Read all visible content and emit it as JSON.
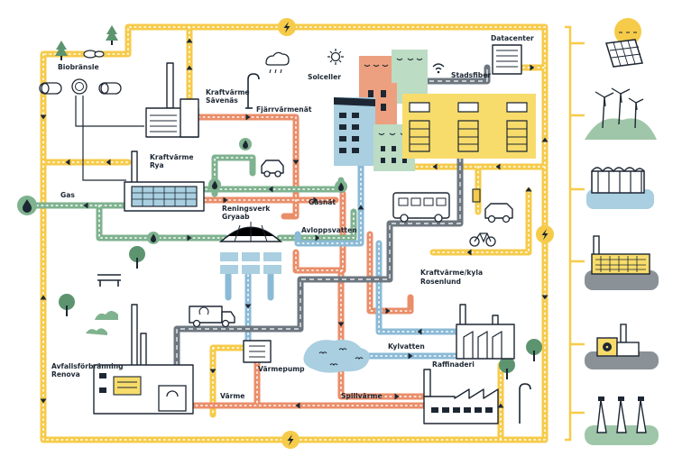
{
  "labels": {
    "biobransle": "Biobränsle",
    "kraftvarme_savenas": [
      "Kraftvärme",
      "Sävenäs"
    ],
    "fjarrvarmenat": "Fjärrvärmenät",
    "solceller": "Solceller",
    "datacenter": "Datacenter",
    "stadsfiber": "Stadsfiber",
    "kraftvarme_rya": [
      "Kraftvärme",
      "Rya"
    ],
    "gas": "Gas",
    "gasnat": "Gasnät",
    "reningsverk": [
      "Reningsverk",
      "Gryaab"
    ],
    "avloppsvatten": "Avloppsvatten",
    "kraftvarme_kyla": [
      "Kraftvärme/kyla",
      "Rosenlund"
    ],
    "kylvatten": "Kylvatten",
    "avfallsforbranning": [
      "Avfallsförbränning",
      "Renova"
    ],
    "varmepump": "Värmepump",
    "raffinaderi": "Raffinaderi",
    "varme": "Värme",
    "spillvarme": "Spillvärme"
  },
  "colors": {
    "electricity": "#f6cb4a",
    "district_heating": "#ea8e6a",
    "gas": "#7fb28f",
    "water": "#8bbad6",
    "fiber": "#6d7780",
    "building_yellow": "#f8dc6b",
    "building_blue": "#a9cfe0",
    "building_green": "#bcdcc4",
    "building_orange": "#eda07f",
    "hill_green": "#9fc6a8",
    "sea_blue": "#a9cfe0",
    "ground_grey": "#8a9197"
  },
  "legend_icons": [
    "solar-panels-icon",
    "wind-turbines-icon",
    "hydro-power-icon",
    "power-plant-icon",
    "nuclear-plant-icon",
    "power-lines-icon"
  ],
  "network_icons": [
    "lightning-icon",
    "flame-icon",
    "drop-icon"
  ]
}
